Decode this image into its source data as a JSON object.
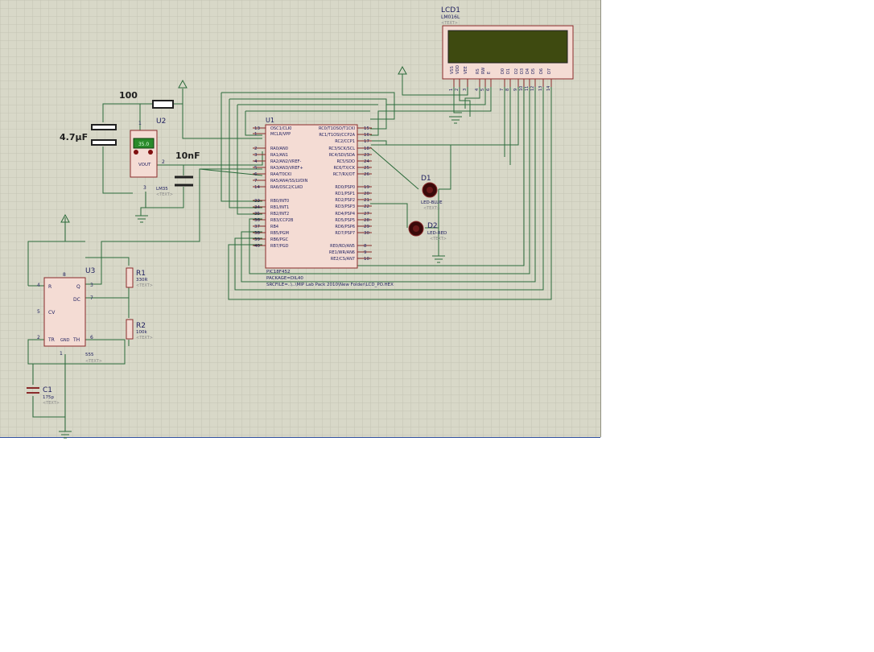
{
  "colors": {
    "canvas": "#d8d8c8",
    "grid": "#c4c4b4",
    "wire": "#2a6a3a",
    "part_outline": "#8a2a2a",
    "part_fill": "#f4dcd4",
    "pin_text": "#202060",
    "lcd_screen": "#3e4a10",
    "led": "#3a0a0a",
    "placeholder": "#8a8a8a"
  },
  "placeholder_text": "<TEXT>",
  "lcd": {
    "ref": "LCD1",
    "model": "LM016L",
    "pins": [
      {
        "num": "1",
        "name": "VSS"
      },
      {
        "num": "2",
        "name": "VDD"
      },
      {
        "num": "3",
        "name": "VEE"
      },
      {
        "num": "4",
        "name": "RS"
      },
      {
        "num": "5",
        "name": "RW"
      },
      {
        "num": "6",
        "name": "E"
      },
      {
        "num": "7",
        "name": "D0"
      },
      {
        "num": "8",
        "name": "D1"
      },
      {
        "num": "9",
        "name": "D2"
      },
      {
        "num": "10",
        "name": "D3"
      },
      {
        "num": "11",
        "name": "D4"
      },
      {
        "num": "12",
        "name": "D5"
      },
      {
        "num": "13",
        "name": "D6"
      },
      {
        "num": "14",
        "name": "D7"
      }
    ]
  },
  "mcu": {
    "ref": "U1",
    "model": "PIC18F452",
    "package": "PACKAGE=DIL40",
    "src": "SRCFILE=..\\..\\MIP Lab Pack 2010\\New Folder\\LCD_PO.HEX",
    "left_pins": [
      {
        "num": "13",
        "name": "OSC1/CLKI"
      },
      {
        "num": "1",
        "name": "MCLR/VPP"
      },
      {
        "num": "2",
        "name": "RA0/AN0"
      },
      {
        "num": "3",
        "name": "RA1/AN1"
      },
      {
        "num": "4",
        "name": "RA2/AN2/VREF-"
      },
      {
        "num": "5",
        "name": "RA3/AN3/VREF+"
      },
      {
        "num": "6",
        "name": "RA4/T0CKI"
      },
      {
        "num": "7",
        "name": "RA5/AN4/SS/LVDIN"
      },
      {
        "num": "14",
        "name": "RA6/OSC2/CLKO"
      },
      {
        "num": "33",
        "name": "RB0/INT0"
      },
      {
        "num": "34",
        "name": "RB1/INT1"
      },
      {
        "num": "35",
        "name": "RB2/INT2"
      },
      {
        "num": "36",
        "name": "RB3/CCP2B"
      },
      {
        "num": "37",
        "name": "RB4"
      },
      {
        "num": "38",
        "name": "RB5/PGM"
      },
      {
        "num": "39",
        "name": "RB6/PGC"
      },
      {
        "num": "40",
        "name": "RB7/PGD"
      }
    ],
    "right_pins": [
      {
        "num": "15",
        "name": "RC0/T1OSO/T1CKI"
      },
      {
        "num": "16",
        "name": "RC1/T1OSI/CCP2A"
      },
      {
        "num": "17",
        "name": "RC2/CCP1"
      },
      {
        "num": "18",
        "name": "RC3/SCK/SCL"
      },
      {
        "num": "23",
        "name": "RC4/SDI/SDA"
      },
      {
        "num": "24",
        "name": "RC5/SDO"
      },
      {
        "num": "25",
        "name": "RC6/TX/CK"
      },
      {
        "num": "26",
        "name": "RC7/RX/DT"
      },
      {
        "num": "19",
        "name": "RD0/PSP0"
      },
      {
        "num": "20",
        "name": "RD1/PSP1"
      },
      {
        "num": "21",
        "name": "RD2/PSP2"
      },
      {
        "num": "22",
        "name": "RD3/PSP3"
      },
      {
        "num": "27",
        "name": "RD4/PSP4"
      },
      {
        "num": "28",
        "name": "RD5/PSP5"
      },
      {
        "num": "29",
        "name": "RD6/PSP6"
      },
      {
        "num": "30",
        "name": "RD7/PSP7"
      },
      {
        "num": "8",
        "name": "RE0/RD/AN5"
      },
      {
        "num": "9",
        "name": "RE1/WR/AN6"
      },
      {
        "num": "10",
        "name": "RE2/CS/AN7"
      }
    ]
  },
  "u2": {
    "ref": "U2",
    "model": "LM35",
    "display": "35.0",
    "pin1": "1",
    "pin2": "2",
    "pin3": "3",
    "vout": "VOUT"
  },
  "u3": {
    "ref": "U3",
    "model": "555",
    "pins": {
      "R": "R",
      "Q": "Q",
      "DC": "DC",
      "CV": "CV",
      "TR": "TR",
      "TH": "TH",
      "GND": "GND"
    },
    "nums": {
      "R": "4",
      "Q": "3",
      "DC": "7",
      "CV": "5",
      "TR": "2",
      "TH": "6",
      "GND": "1",
      "VCC": "8"
    }
  },
  "r1": {
    "ref": "R1",
    "value": "330R"
  },
  "r2": {
    "ref": "R2",
    "value": "100k"
  },
  "c1": {
    "ref": "C1",
    "value": "175p"
  },
  "d1": {
    "ref": "D1",
    "model": "LED-BLUE"
  },
  "d2": {
    "ref": "D2",
    "model": "LED-RED"
  },
  "label_100": "100",
  "label_4_7uf": "4.7µF",
  "label_10nf": "10nF"
}
